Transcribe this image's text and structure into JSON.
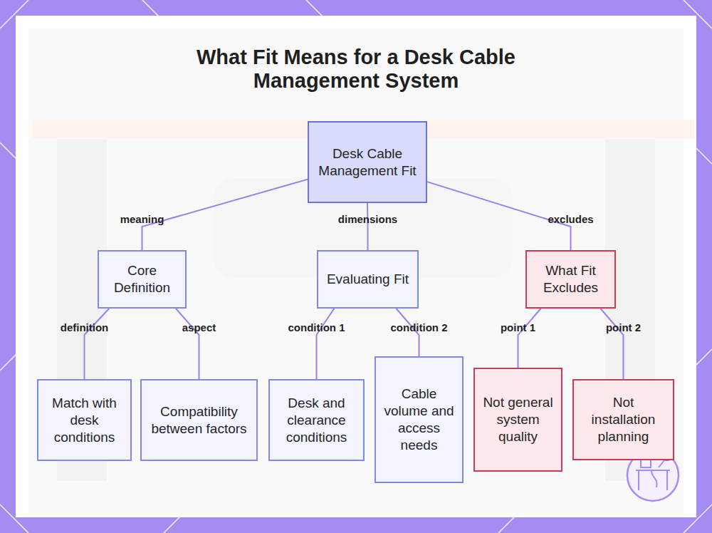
{
  "diagram": {
    "title": "What Fit Means for a Desk Cable Management System",
    "nodes": [
      {
        "text": [
          "Desk Cable Management Fit"
        ]
      },
      {
        "text": [
          "Core Definition"
        ]
      },
      {
        "text": [
          "Evaluating Fit"
        ]
      },
      {
        "text": [
          "What Fit Excludes"
        ]
      },
      {
        "text": [
          "Match with desk conditions"
        ]
      },
      {
        "text": [
          "Compatibility between factors"
        ]
      },
      {
        "text": [
          "Desk and clearance conditions"
        ]
      },
      {
        "text": [
          "Cable volume and access needs"
        ]
      },
      {
        "text": [
          "Not general system quality"
        ]
      },
      {
        "text": [
          "Not installation planning"
        ]
      }
    ],
    "edges": [
      {
        "from": 0,
        "to": 1,
        "label": "meaning",
        "arrow": "none"
      },
      {
        "from": 0,
        "to": 2,
        "label": "dimensions",
        "arrow": "none"
      },
      {
        "from": 0,
        "to": 3,
        "label": "excludes",
        "arrow": "none"
      },
      {
        "from": 1,
        "to": 4,
        "label": "definition",
        "arrow": "none"
      },
      {
        "from": 1,
        "to": 5,
        "label": "aspect",
        "arrow": "none"
      },
      {
        "from": 2,
        "to": 6,
        "label": "condition 1",
        "arrow": "none"
      },
      {
        "from": 2,
        "to": 7,
        "label": "condition 2",
        "arrow": "none"
      },
      {
        "from": 3,
        "to": 8,
        "label": "point 1",
        "arrow": "none"
      },
      {
        "from": 3,
        "to": 9,
        "label": "point 2",
        "arrow": "none"
      }
    ]
  }
}
